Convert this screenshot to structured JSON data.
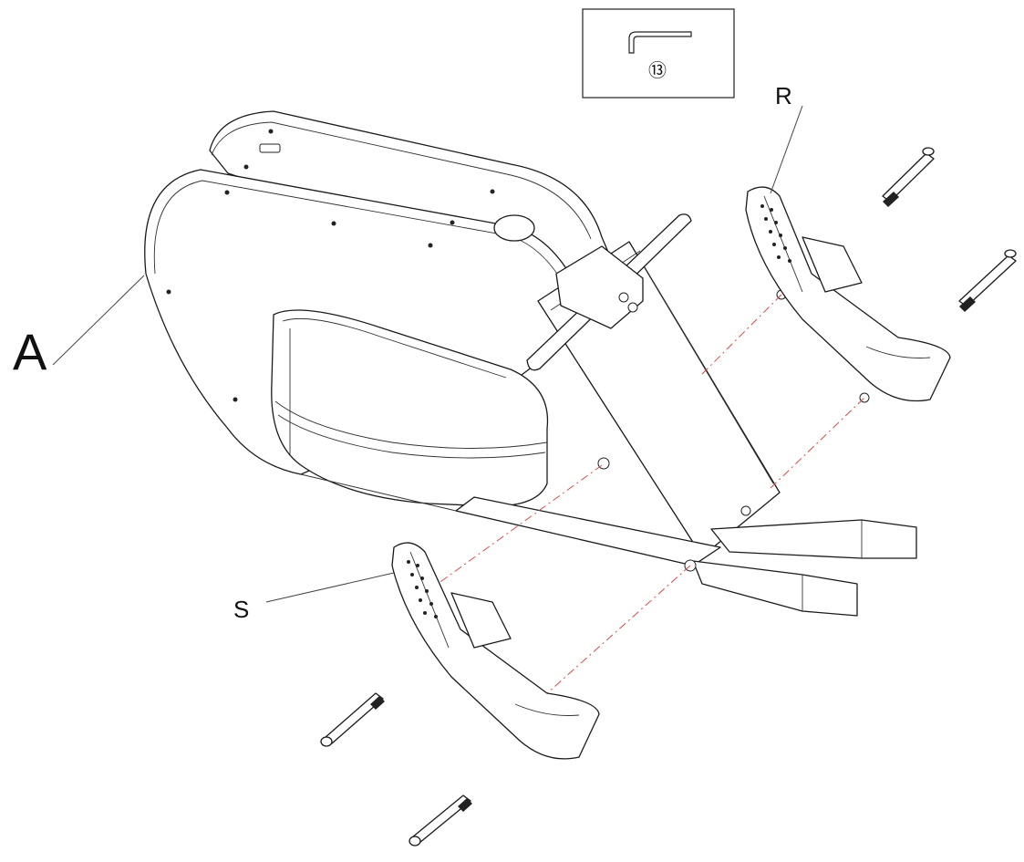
{
  "labels": {
    "part_a": "A",
    "part_r": "R",
    "part_s": "S"
  },
  "tool_box": {
    "caption": "⑬",
    "icon": "allen-key-icon"
  },
  "colors": {
    "linework": "#1a1a1a",
    "alignment_guides": "#d84a4a"
  }
}
